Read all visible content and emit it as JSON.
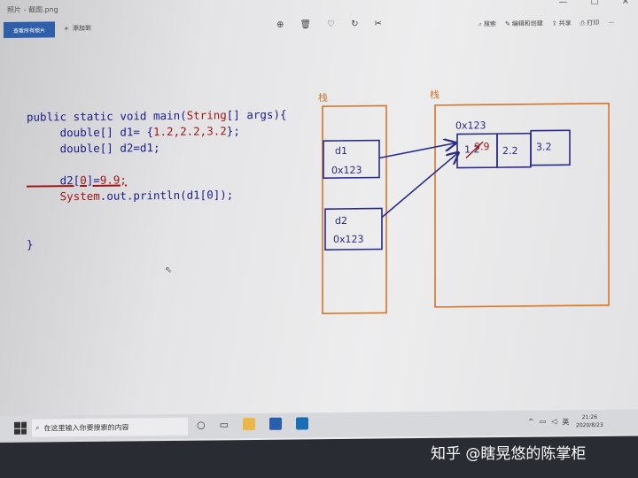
{
  "window": {
    "app_title": "照片 - 截图.png",
    "controls": [
      "—",
      "☐",
      "✕"
    ]
  },
  "toolbar": {
    "slideshow_label": "查看所有照片",
    "add_label": "添加到",
    "tools": [
      "⊕",
      "🗑",
      "♡",
      "↻",
      "✂"
    ],
    "search_label": "搜索",
    "edit_label": "编辑和创建",
    "share_label": "共享",
    "print_label": "打印",
    "more_label": "···"
  },
  "code": {
    "line1_a": "public static void main(",
    "line1_b": "String",
    "line1_c": "[] args){",
    "line2_a": "     double[] d1= {",
    "line2_b": "1.2,2.2,3.2",
    "line2_c": "};",
    "line3": "     double[] d2=d1;",
    "line5_a": "     d2[",
    "line5_b": "0",
    "line5_c": "]=",
    "line5_d": "9.9;",
    "line6_a": "     ",
    "line6_b": "System",
    "line6_c": ".out.println(d1[0]);",
    "line9": "}"
  },
  "diagram": {
    "stack_label": "栈",
    "heap_label": "栈",
    "addr_label": "0x123",
    "d1_name": "d1",
    "d1_value": "0x123",
    "d2_name": "d2",
    "d2_value": "0x123",
    "cell0_old": "1.2",
    "cell0_new": "9.9",
    "cell1": "2.2",
    "cell2": "3.2",
    "orange": "#d4762a",
    "navy": "#2a2a8a"
  },
  "taskbar": {
    "search_placeholder": "在这里输入你要搜索的内容",
    "lang": "英",
    "time": "21:26",
    "date": "2020/8/23"
  },
  "watermark": "知乎 @瞎晃悠的陈掌柜"
}
